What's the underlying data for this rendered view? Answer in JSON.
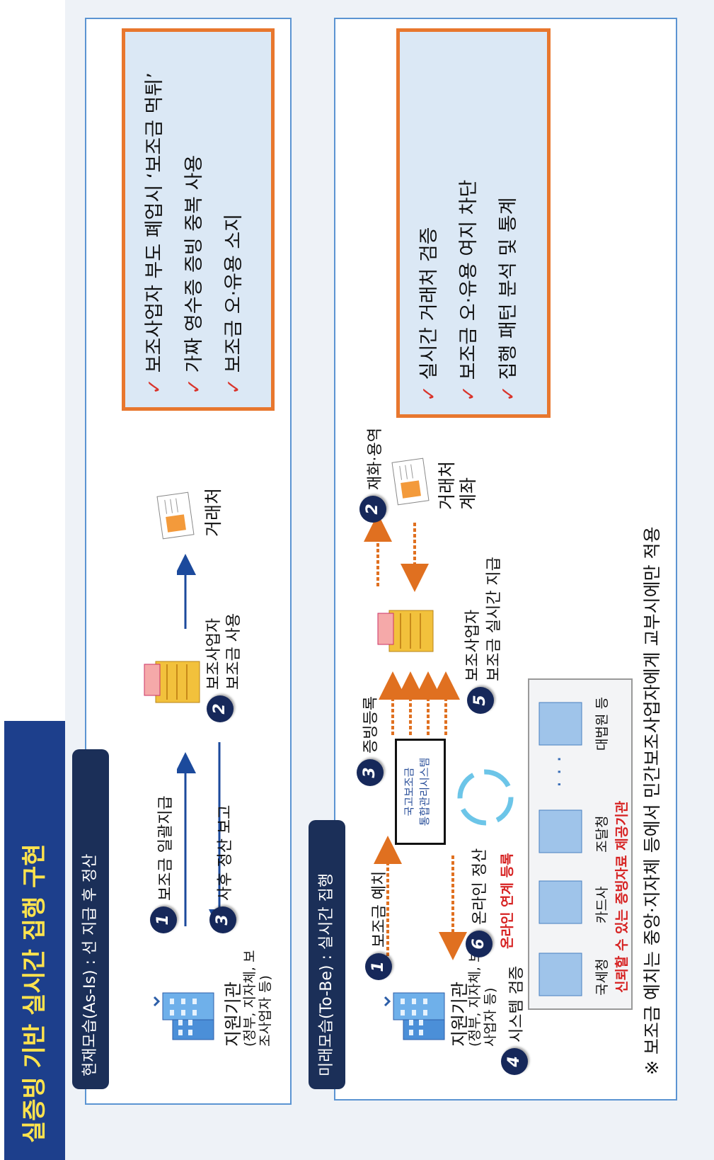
{
  "title": "실증빙 기반 실시간 집행 구현",
  "as_is": {
    "header": "현재모습(As-Is) : 선 지급 후 정산",
    "org_label": "지원기관",
    "org_sub": "(정부, 지자체, 보조사업자 등)",
    "step1": {
      "num": "1",
      "label": "보조금 일괄지급"
    },
    "step2": {
      "num": "2",
      "label_line1": "보조사업자",
      "label_line2": "보조금 사용"
    },
    "step3": {
      "num": "3",
      "label": "사후 정산 보고"
    },
    "vendor_label": "거래처",
    "notes": [
      "보조사업자 부도 폐업시 ‘보조금 먹튀’",
      "가짜 영수증 증빙 중복 사용",
      "보조금 오·유용 소지"
    ]
  },
  "to_be": {
    "header": "미래모습(To-Be) : 실시간 집행",
    "org_label": "지원기관",
    "org_sub": "(정부, 지자체, 보조사업자 등)",
    "step1": {
      "num": "1",
      "label": "보조금 예치"
    },
    "step2": {
      "num": "2",
      "label": "재화·용역"
    },
    "step3": {
      "num": "3",
      "label": "증빙등록"
    },
    "step4": {
      "num": "4",
      "label": "시스템 검증"
    },
    "step5": {
      "num": "5",
      "label_line1": "보조사업자",
      "label_line2": "보조금 실시간 지급"
    },
    "step6": {
      "num": "6",
      "label": "온라인 정산"
    },
    "system_line1": "국고보조금",
    "system_line2": "통합관리시스템",
    "online_link": "온라인 연계 등록",
    "vendor_line1": "거래처",
    "vendor_line2": "계좌",
    "providers": [
      "국세청",
      "카드사",
      "조달청",
      "대법원 등"
    ],
    "providers_caption": "신뢰할 수 있는 증빙자료 제공기관",
    "notes": [
      "실시간 거래처 검증",
      "보조금 오·유용 여지 차단",
      "집행 패턴 분석 및 통계"
    ]
  },
  "footnote": "※ 보조금 예치는 중앙·지자체 등에서 민간보조사업자에게 교부시에만 적용",
  "colors": {
    "title_bg": "#1d3f8c",
    "title_fg": "#ffe34d",
    "note_border": "#e8772e",
    "note_bg": "#dbe8f5",
    "panel_border": "#5b94d2",
    "step_badge": "#16285a",
    "accent_red": "#d62121"
  }
}
